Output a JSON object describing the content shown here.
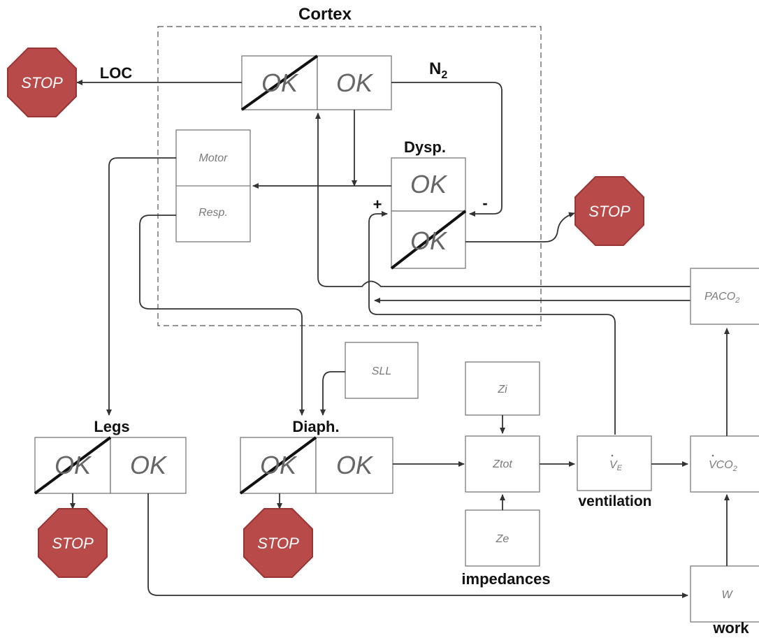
{
  "labels": {
    "cortex": "Cortex",
    "loc": "LOC",
    "n2": "N",
    "n2_sub": "2",
    "dysp": "Dysp.",
    "legs": "Legs",
    "diaph": "Diaph.",
    "ventilation": "ventilation",
    "impedances": "impedances",
    "work": "work",
    "plus": "+",
    "minus": "-"
  },
  "boxes": {
    "ok": "OK",
    "motor": "Motor",
    "resp": "Resp.",
    "sll": "SLL",
    "zi": "Zi",
    "ztot": "Ztot",
    "ze": "Ze",
    "ve": "V",
    "ve_sub": "E",
    "vco2": "VCO",
    "vco2_sub": "2",
    "paco2": "PACO",
    "paco2_sub": "2",
    "w": "W"
  },
  "stop_label": "STOP",
  "colors": {
    "stop_fill": "#b84a4a",
    "box_stroke": "#7a7a7a",
    "wire": "#333333"
  }
}
